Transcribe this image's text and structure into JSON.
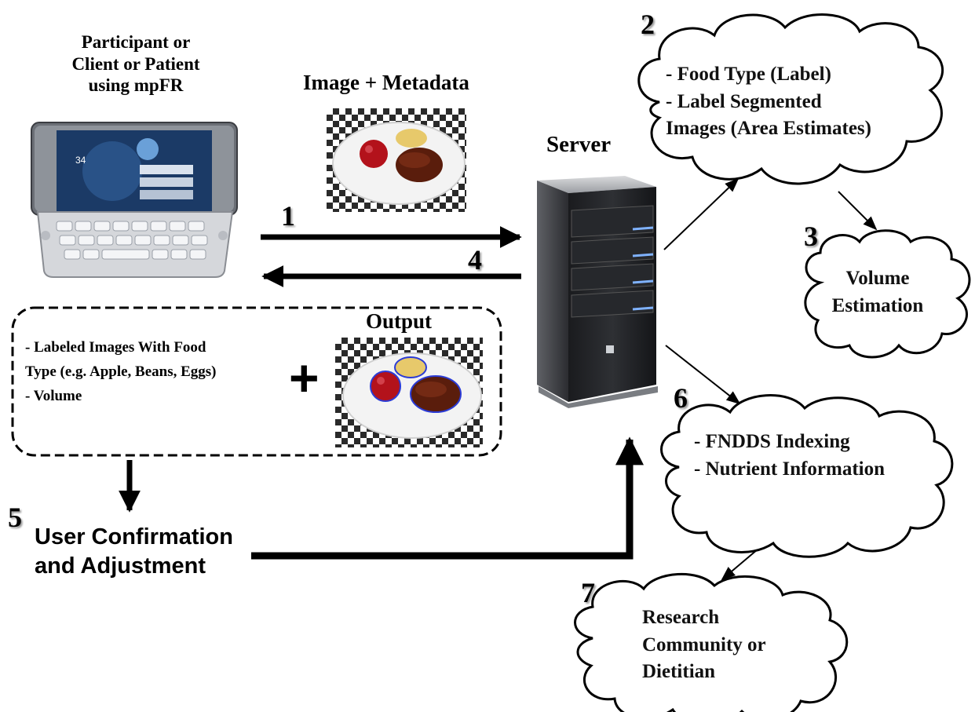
{
  "participant": {
    "line1": "Participant or",
    "line2": "Client or Patient",
    "line3": "using mpFR"
  },
  "image_metadata_title": "Image + Metadata",
  "server_title": "Server",
  "output_title": "Output",
  "output_box": {
    "line1": "- Labeled Images With Food",
    "line2": "Type  (e.g. Apple, Beans, Eggs)",
    "line3": "- Volume",
    "plus": "+"
  },
  "steps": {
    "s1": "1",
    "s2": "2",
    "s3": "3",
    "s4": "4",
    "s5": "5",
    "s6": "6",
    "s7": "7"
  },
  "cloud2": {
    "line1": "- Food Type (Label)",
    "line2": "- Label Segmented",
    "line3": "Images (Area Estimates)"
  },
  "cloud3": {
    "line1": "Volume",
    "line2": "Estimation"
  },
  "cloud6": {
    "line1": "- FNDDS Indexing",
    "line2": "- Nutrient Information"
  },
  "cloud7": {
    "line1": "Research",
    "line2": "Community or",
    "line3": "Dietitian"
  },
  "user_confirmation": {
    "line1": "User Confirmation",
    "line2": "and Adjustment"
  },
  "icons": {
    "device": "mobile-device-icon",
    "server": "server-tower-icon",
    "food_photo": "food-plate-photo",
    "labeled_photo": "labeled-food-plate-photo"
  },
  "colors": {
    "segment_outline": "#2b3bd6",
    "server_led": "#7fb2ff",
    "apple": "#b3121b"
  }
}
